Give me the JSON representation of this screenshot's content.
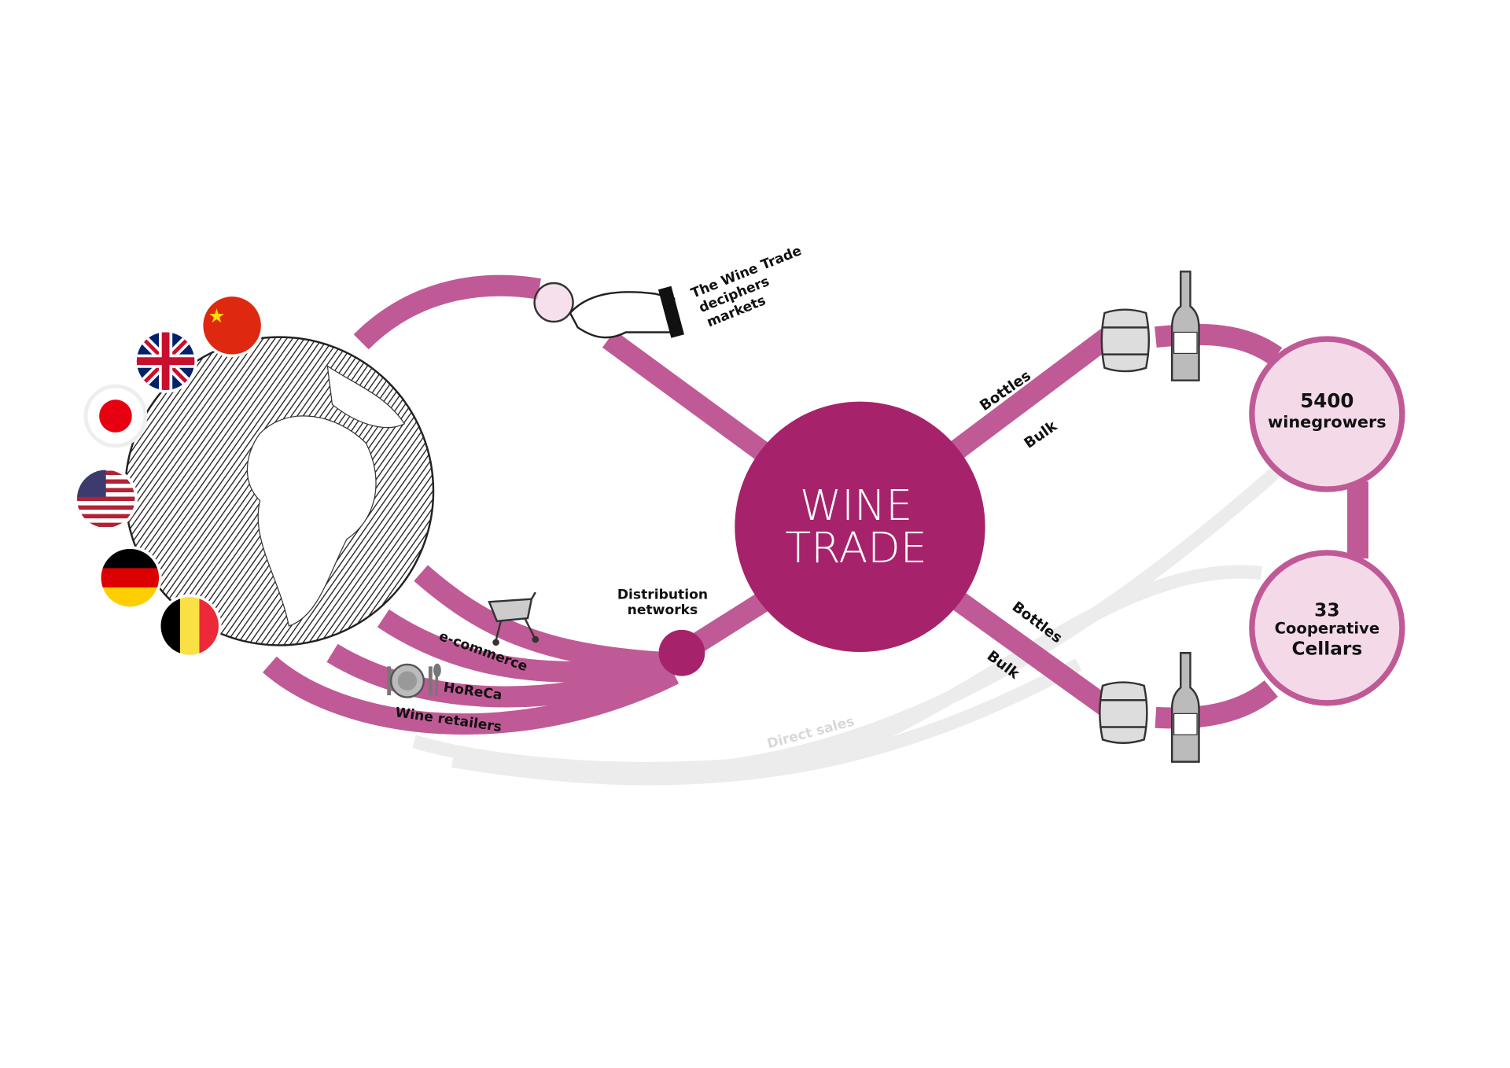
{
  "title": {
    "line1": "WINE",
    "line2": "TRADE"
  },
  "annotations": {
    "deciphers": [
      "The Wine Trade",
      "deciphers",
      "markets"
    ],
    "distribution": [
      "Distribution",
      "networks"
    ],
    "ecommerce": "e-commerce",
    "horeca": "HoReCa",
    "retailers": "Wine retailers",
    "direct_sales": "Direct sales",
    "bottles_top": "Bottles",
    "bulk_top": "Bulk",
    "bottles_bottom": "Bottles",
    "bulk_bottom": "Bulk"
  },
  "nodes": {
    "winegrowers": {
      "count": "5400",
      "label": "winegrowers"
    },
    "cellars": {
      "count": "33",
      "label1": "Cooperative",
      "label2": "Cellars"
    }
  },
  "flags": [
    "china",
    "united-kingdom",
    "japan",
    "united-states",
    "germany",
    "belgium"
  ],
  "colors": {
    "main": "#a6236b",
    "band": "#c05a96",
    "node_fill": "#f4d9e8",
    "gray": "#ececec"
  }
}
